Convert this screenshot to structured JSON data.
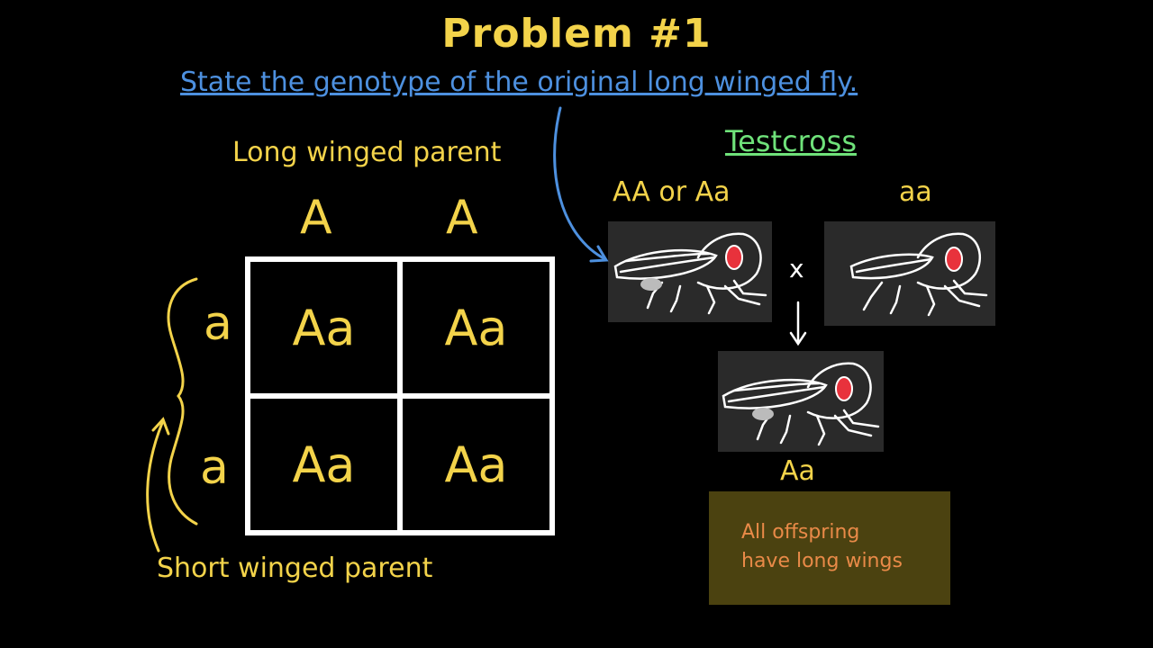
{
  "title": "Problem #1",
  "question": "State the genotype of the original long winged fly.",
  "punnett": {
    "top_label": "Long winged parent",
    "side_label": "Short winged parent",
    "top_alleles": [
      "A",
      "A"
    ],
    "side_alleles": [
      "a",
      "a"
    ],
    "cells": [
      "Aa",
      "Aa",
      "Aa",
      "Aa"
    ]
  },
  "testcross": {
    "heading": "Testcross",
    "parent1_genotype": "AA or Aa",
    "parent2_genotype": "aa",
    "cross_symbol": "x",
    "offspring_genotype": "Aa",
    "note_line1": "All offspring",
    "note_line2": "have long wings"
  },
  "colors": {
    "background": "#000000",
    "text_yellow": "#f3d34a",
    "question_blue": "#4d90df",
    "testcross_green": "#6fe27a",
    "note_bg": "#4b4210",
    "note_text": "#e98a48",
    "fly_eye": "#e8323c"
  }
}
